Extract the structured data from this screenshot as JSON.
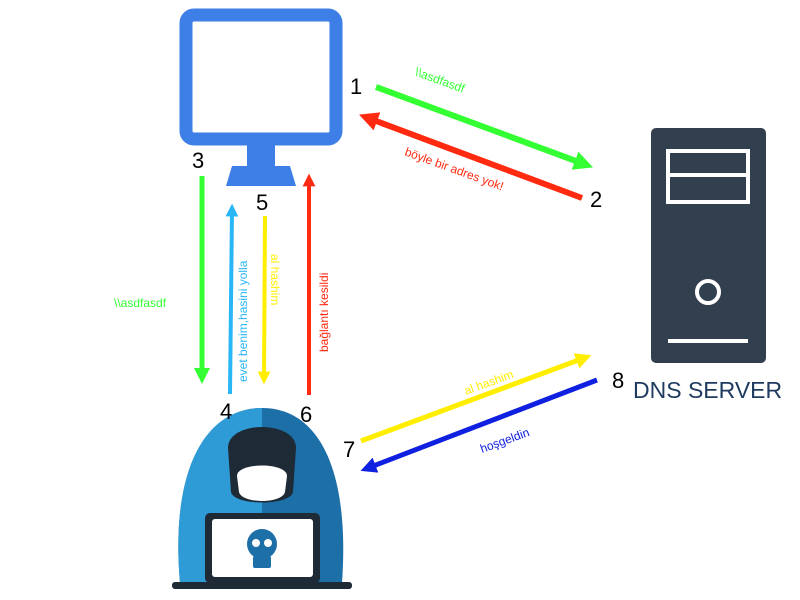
{
  "colors": {
    "green": "#33ff33",
    "red": "#ff2a10",
    "cyan": "#29b6f6",
    "yellow": "#ffee00",
    "blue": "#1020e0",
    "monitor": "#3d7fe6",
    "server": "#323f4f",
    "hacker": "#2f9bd6",
    "hacker_dark": "#1d6fa8",
    "dark": "#1e2a36",
    "server_label": "#1f3a5f"
  },
  "server": {
    "label": "DNS SERVER",
    "icon": "server-icon"
  },
  "monitor": {
    "icon": "monitor-icon"
  },
  "hacker": {
    "icon": "hacker-icon"
  },
  "steps": {
    "s1": {
      "num": "1",
      "label": "\\\\asdfasdf"
    },
    "s2": {
      "num": "2",
      "label": "böyle bir adres yok!"
    },
    "s3": {
      "num": "3",
      "label": "\\\\asdfasdf"
    },
    "s4": {
      "num": "4",
      "label": "evet benim,hasini yolla"
    },
    "s5": {
      "num": "5",
      "label": "al hashim"
    },
    "s6": {
      "num": "6",
      "label": "bağlantı kesildi"
    },
    "s7": {
      "num": "7",
      "label": "al hashim"
    },
    "s8": {
      "num": "8",
      "label": "hoşgeldin"
    }
  }
}
